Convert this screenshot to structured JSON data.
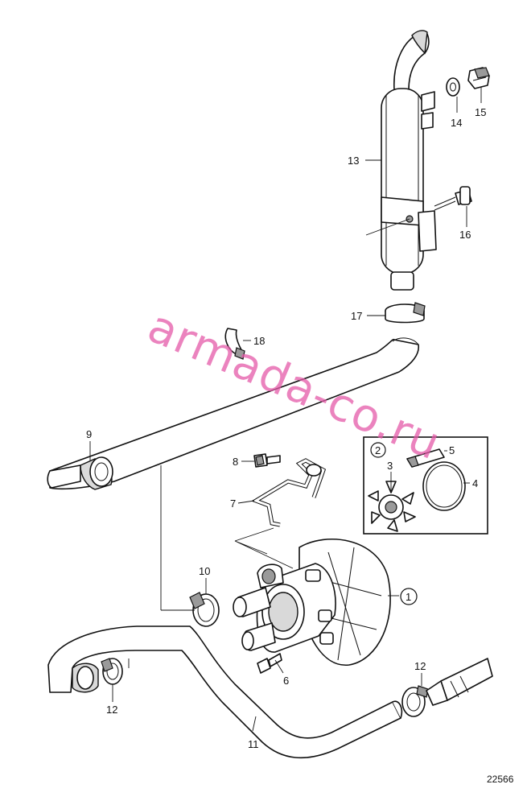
{
  "diagram": {
    "reference_number": "22566",
    "watermark": "armada-co.ru",
    "callouts": {
      "c1": "1",
      "c2": "2",
      "c3": "3",
      "c4": "4",
      "c5": "5",
      "c6": "6",
      "c7": "7",
      "c8": "8",
      "c9": "9",
      "c10": "10",
      "c11": "11",
      "c12a": "12",
      "c12b": "12",
      "c13": "13",
      "c14": "14",
      "c15": "15",
      "c16": "16",
      "c17": "17",
      "c18": "18"
    }
  }
}
